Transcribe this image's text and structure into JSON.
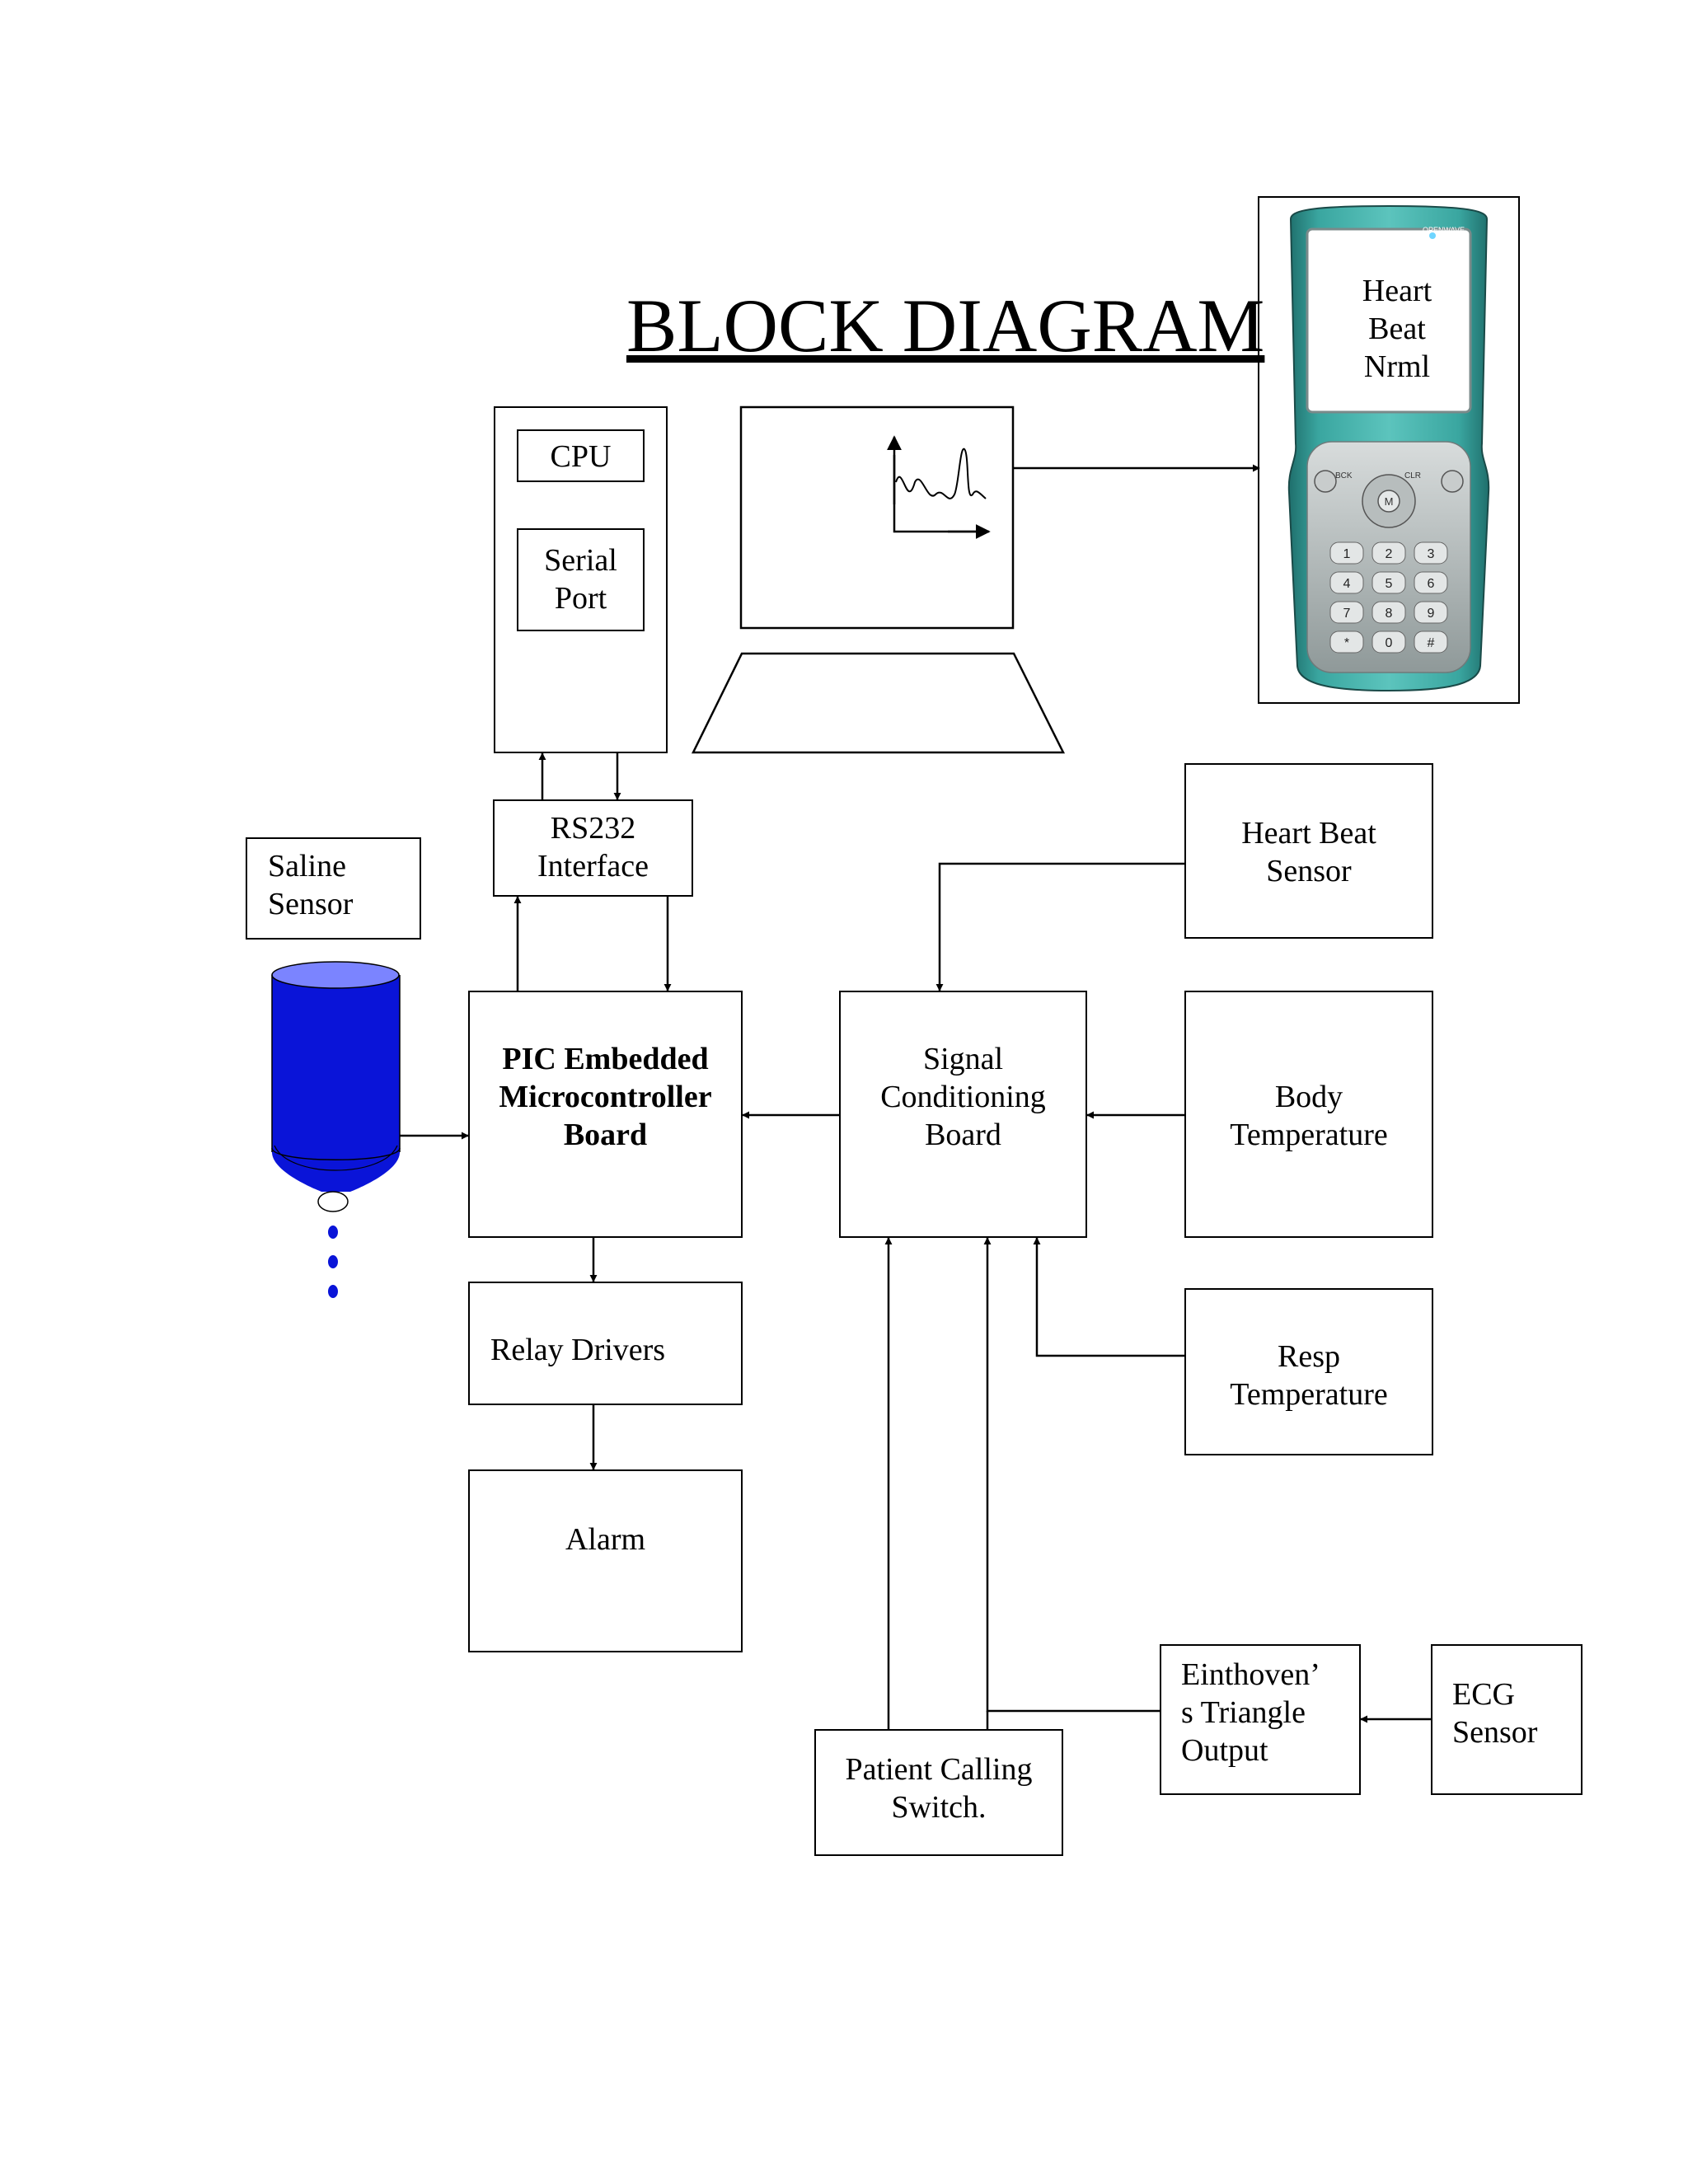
{
  "title": "BLOCK DIAGRAM",
  "blocks": {
    "cpu": "CPU",
    "serial_port": [
      "Serial",
      "Port"
    ],
    "rs232": [
      "RS232",
      "Interface"
    ],
    "saline_sensor": [
      "Saline",
      "Sensor"
    ],
    "pic_board": [
      "PIC Embedded",
      "Microcontroller",
      "Board"
    ],
    "signal_board": [
      "Signal",
      "Conditioning",
      "Board"
    ],
    "heart_beat_sensor": [
      "Heart Beat",
      "Sensor"
    ],
    "body_temperature": [
      "Body",
      "Temperature"
    ],
    "resp_temperature": [
      "Resp",
      "Temperature"
    ],
    "relay_drivers": "Relay Drivers",
    "alarm": "Alarm",
    "patient_switch": [
      "Patient Calling",
      "Switch."
    ],
    "einthoven": [
      "Einthoven’",
      "s Triangle",
      "Output"
    ],
    "ecg_sensor": [
      "ECG",
      "Sensor"
    ]
  },
  "phone": {
    "screen_text": [
      "Heart",
      "Beat",
      "Nrml"
    ],
    "brand": "OPENWAVE",
    "soft_keys": [
      "BCK",
      "CLR"
    ],
    "nav_center": "M",
    "keypad": [
      "1",
      "2",
      "3",
      "4",
      "5",
      "6",
      "7",
      "8",
      "9",
      "*",
      "0",
      "#"
    ]
  },
  "colors": {
    "saline_bottle": "#0a14d8",
    "saline_top": "#7b84ff",
    "phone_body": "#3aa6a0"
  }
}
